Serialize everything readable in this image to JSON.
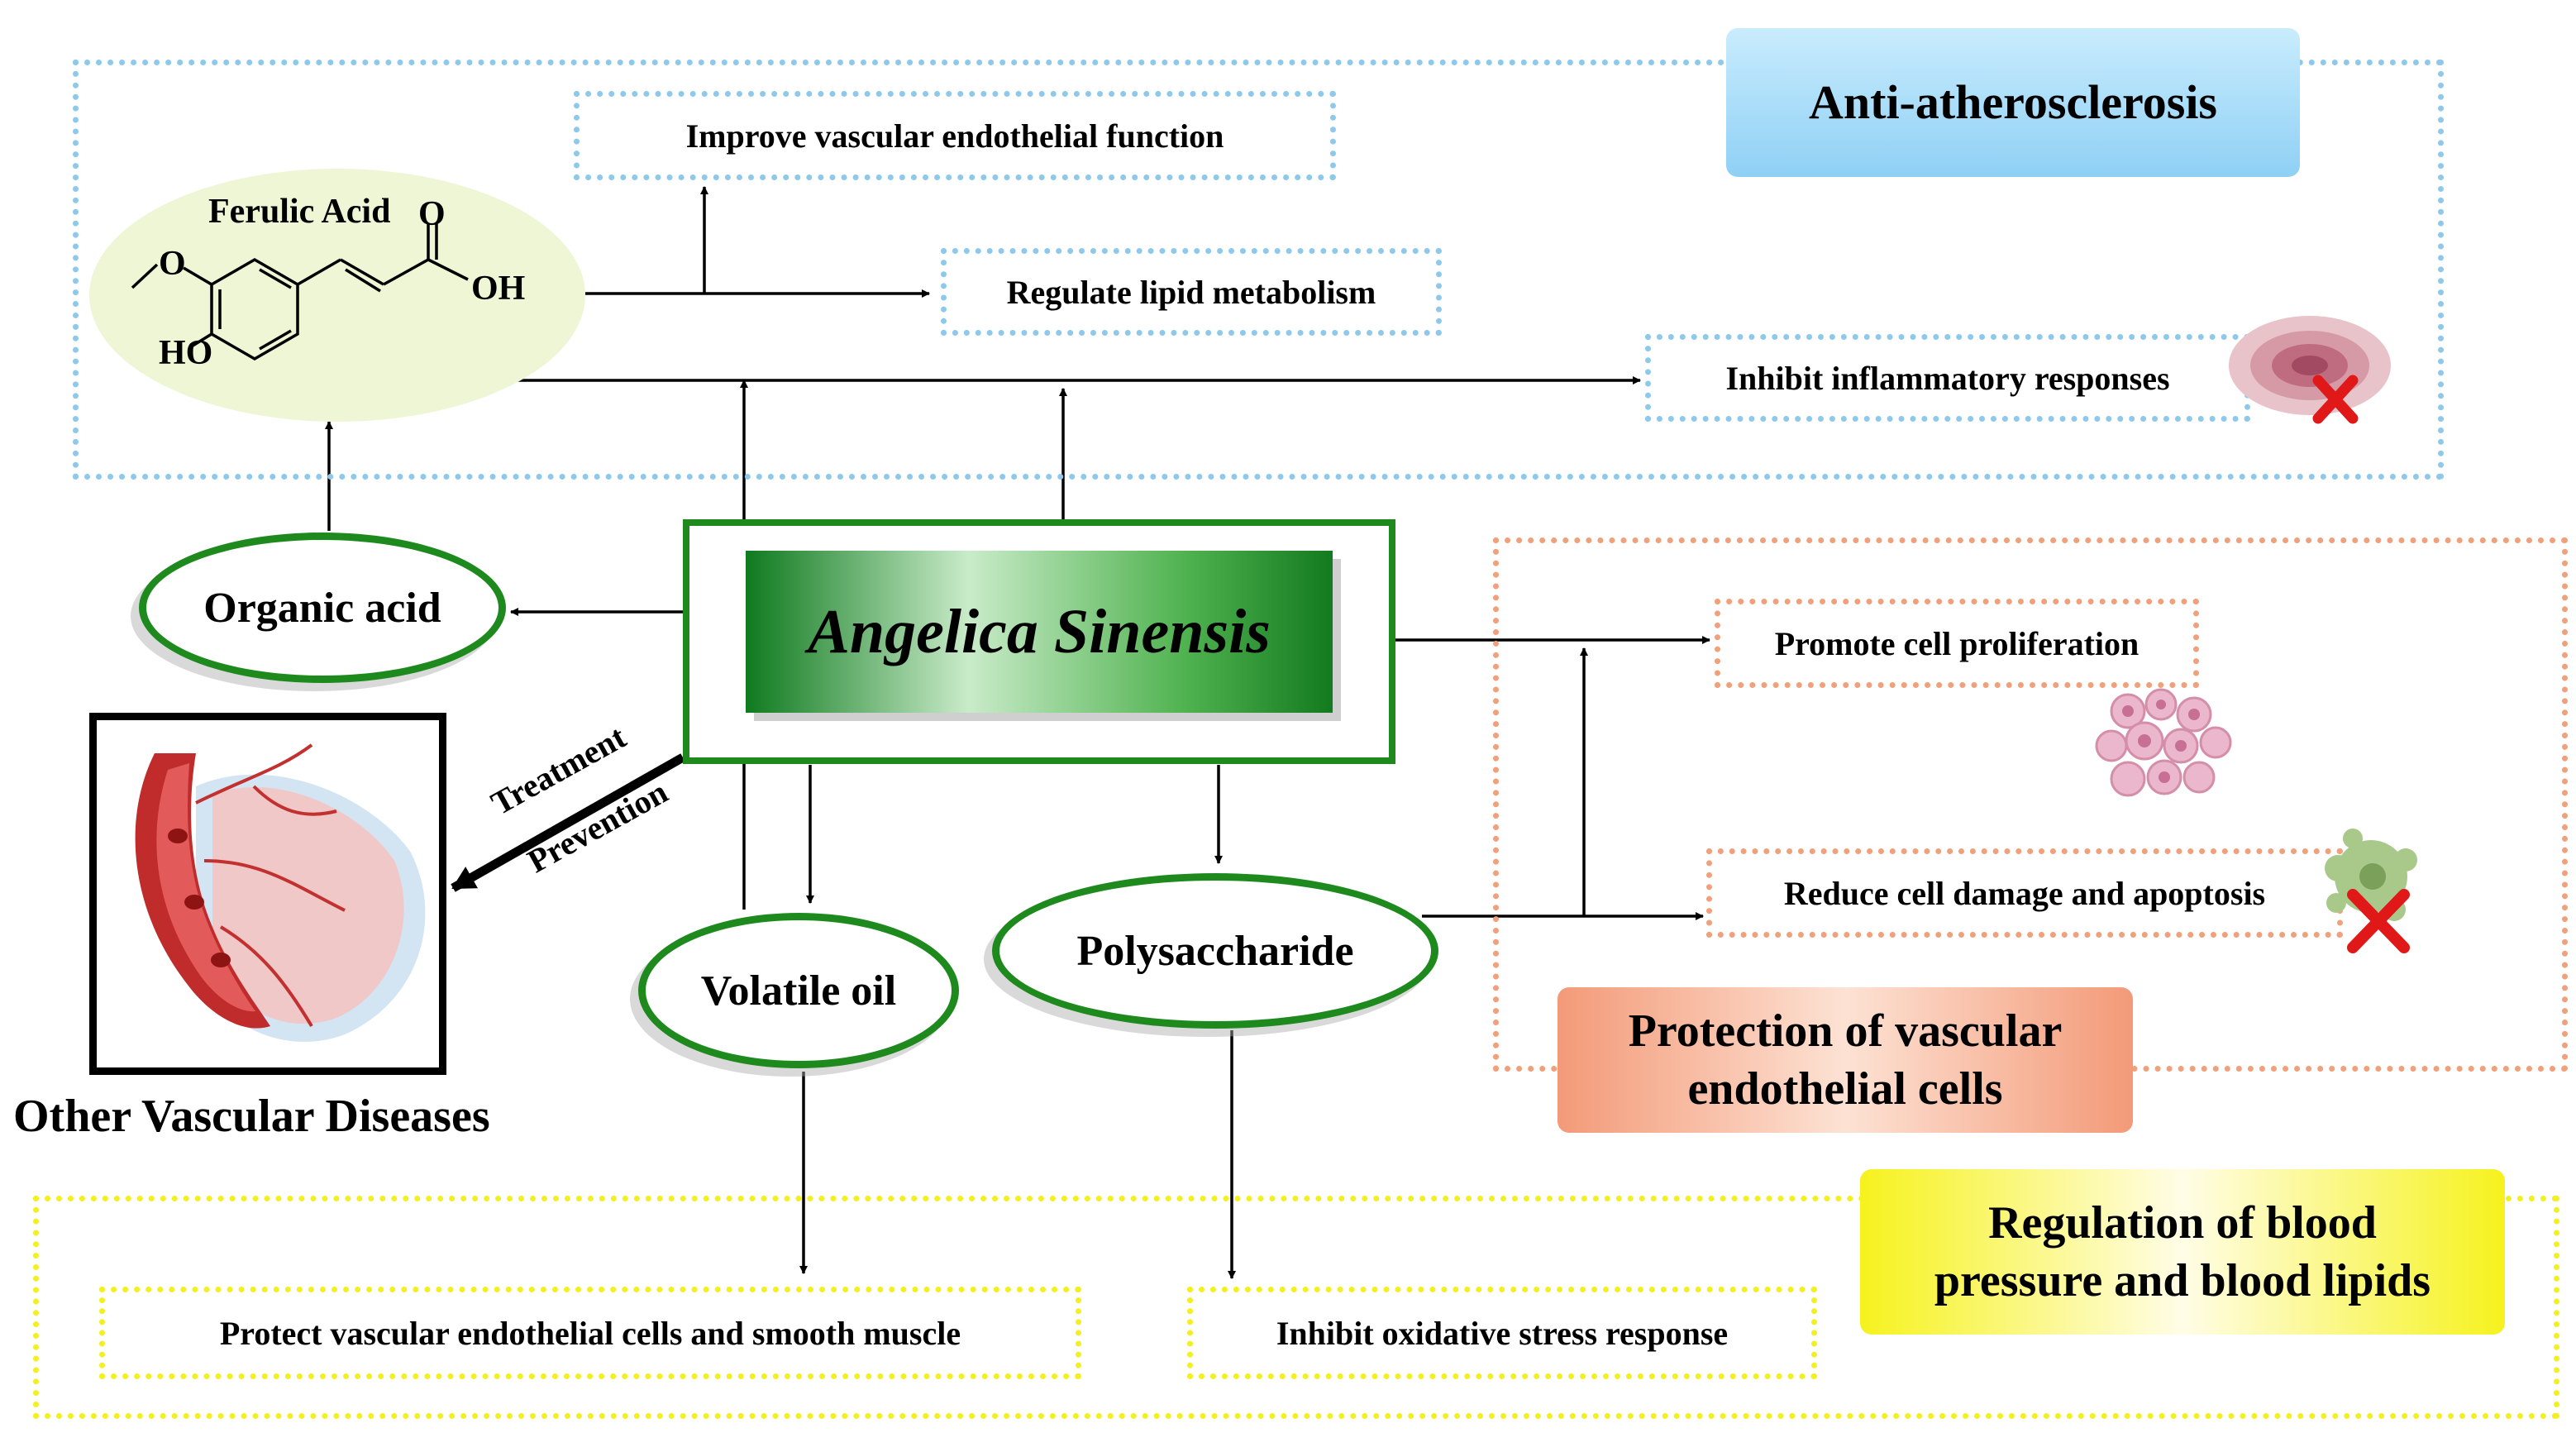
{
  "center": {
    "label": "Angelica Sinensis"
  },
  "components": {
    "organic_acid": "Organic acid",
    "volatile_oil": "Volatile oil",
    "polysaccharide": "Polysaccharide"
  },
  "ferulic_acid": {
    "name": "Ferulic Acid",
    "atom_o": "O",
    "atom_oh": "OH",
    "atom_ho": "HO"
  },
  "sections": {
    "anti_atherosclerosis": {
      "title": "Anti-atherosclerosis",
      "color": "#8fd0f5",
      "effects": [
        "Improve vascular endothelial function",
        "Regulate lipid metabolism",
        "Inhibit inflammatory responses"
      ]
    },
    "endothelial": {
      "title_line1": "Protection of vascular",
      "title_line2": "endothelial cells",
      "color": "#f39a78",
      "effects": [
        "Promote cell proliferation",
        "Reduce cell damage and apoptosis"
      ]
    },
    "blood": {
      "title_line1": "Regulation of blood",
      "title_line2": "pressure and blood lipids",
      "color": "#f6f21e",
      "effects": [
        "Protect vascular endothelial cells and smooth muscle",
        "Inhibit oxidative stress response"
      ]
    }
  },
  "treatment_label": "Treatment",
  "prevention_label": "Prevention",
  "other_diseases": "Other Vascular Diseases"
}
